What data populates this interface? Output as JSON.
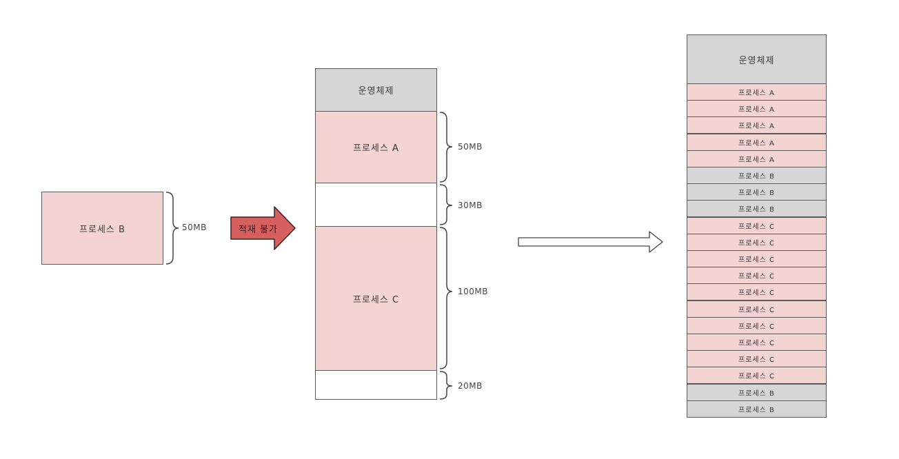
{
  "incoming": {
    "label": "프로세스 B",
    "size": "50MB",
    "color": "#f4d3d3"
  },
  "fail_arrow": {
    "label": "적재 불가",
    "color": "#d66060"
  },
  "memory_before": [
    {
      "label": "운영체제",
      "kind": "os",
      "size": ""
    },
    {
      "label": "프로세스 A",
      "kind": "process",
      "size": "50MB"
    },
    {
      "label": "",
      "kind": "free",
      "size": "30MB"
    },
    {
      "label": "프로세스 C",
      "kind": "process",
      "size": "100MB"
    },
    {
      "label": "",
      "kind": "free",
      "size": "20MB"
    }
  ],
  "memory_after": {
    "os_label": "운영체제",
    "segments": [
      "프로세스 A",
      "프로세스 A",
      "프로세스 A",
      "프로세스 A",
      "프로세스 A",
      "프로세스 B",
      "프로세스 B",
      "프로세스 B",
      "프로세스 C",
      "프로세스 C",
      "프로세스 C",
      "프로세스 C",
      "프로세스 C",
      "프로세스 C",
      "프로세스 C",
      "프로세스 C",
      "프로세스 C",
      "프로세스 C",
      "프로세스 B",
      "프로세스 B"
    ]
  },
  "colors": {
    "process_a": "#f4d3d3",
    "process_b": "#d6d6d6",
    "process_c": "#f4d3d3",
    "os": "#d6d6d6",
    "free": "#ffffff"
  }
}
